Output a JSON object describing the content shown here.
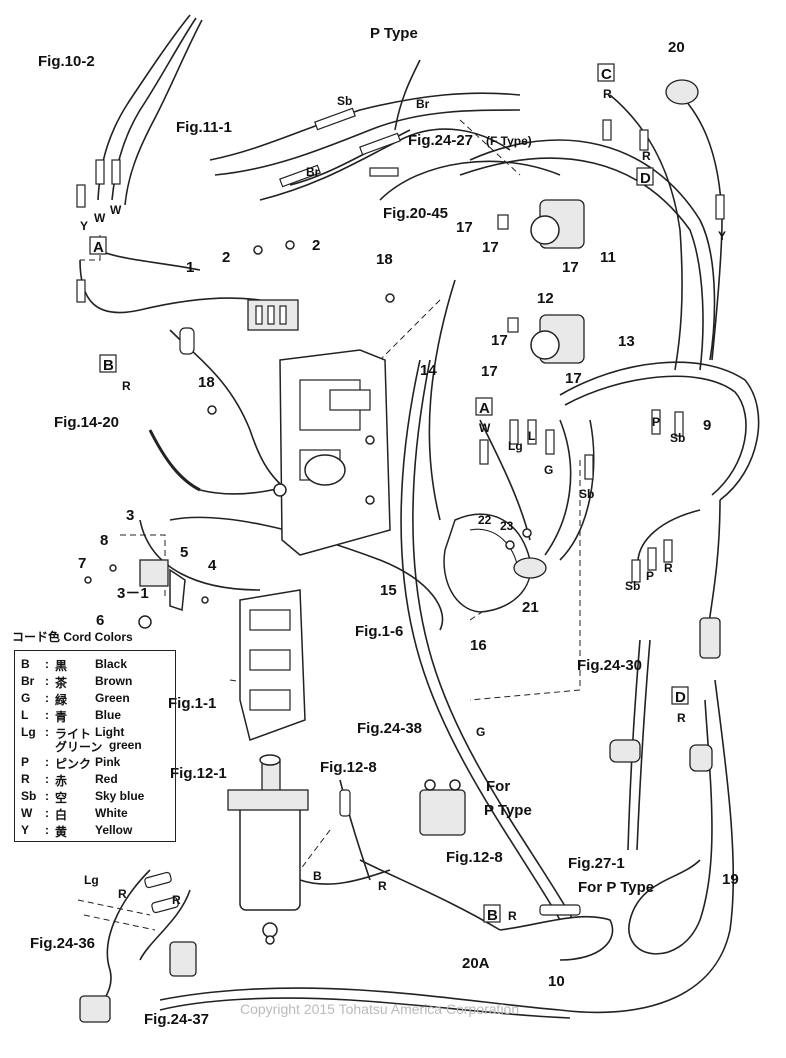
{
  "labels": {
    "fig_10_2": "Fig.10-2",
    "p_type_top": "P Type",
    "fig_11_1": "Fig.11-1",
    "fig_24_27": "Fig.24-27",
    "f_type": "(F Type)",
    "fig_20_45": "Fig.20-45",
    "fig_14_20": "Fig.14-20",
    "fig_1_6": "Fig.1-6",
    "fig_1_1": "Fig.1-1",
    "fig_24_38": "Fig.24-38",
    "fig_24_30": "Fig.24-30",
    "fig_12_1": "Fig.12-1",
    "fig_12_8_a": "Fig.12-8",
    "fig_12_8_b": "Fig.12-8",
    "fig_27_1": "Fig.27-1",
    "for_p_type_1": "For",
    "for_p_type_2": "P Type",
    "for_p_type_3": "For P Type",
    "fig_24_36": "Fig.24-36",
    "fig_24_37": "Fig.24-37"
  },
  "connectors": {
    "A1": "A",
    "A2": "A",
    "B1": "B",
    "B2": "B",
    "C": "C",
    "D1": "D",
    "D2": "D"
  },
  "wire_codes": {
    "y1": "Y",
    "w1": "W",
    "w2": "W",
    "r_b": "R",
    "sb_top": "Sb",
    "br_top": "Br",
    "br_mid": "Br",
    "r_c": "R",
    "r_d": "R",
    "y_20": "Y",
    "w_a": "W",
    "lg_a": "Lg",
    "l_a": "L",
    "g_a": "G",
    "sb_a": "Sb",
    "p_9": "P",
    "sb_9": "Sb",
    "sb_30": "Sb",
    "p_30": "P",
    "r_30": "R",
    "r_d2": "R",
    "g_38": "G",
    "lg_36": "Lg",
    "r_36a": "R",
    "r_36b": "R",
    "b_12": "B",
    "r_12": "R",
    "r_20a": "R"
  },
  "part_numbers": {
    "n1": "1",
    "n2a": "2",
    "n2b": "2",
    "n3": "3",
    "n3_1": "3－1",
    "n4": "4",
    "n5": "5",
    "n6": "6",
    "n7": "7",
    "n8": "8",
    "n9": "9",
    "n10": "10",
    "n11": "11",
    "n12": "12",
    "n13": "13",
    "n14": "14",
    "n15": "15",
    "n16": "16",
    "n17a": "17",
    "n17b": "17",
    "n17c": "17",
    "n17d": "17",
    "n17e": "17",
    "n17f": "17",
    "n18a": "18",
    "n18b": "18",
    "n19": "19",
    "n20": "20",
    "n20a": "20A",
    "n21": "21",
    "n22": "22",
    "n23": "23"
  },
  "legend": {
    "title": "コード色  Cord Colors",
    "rows": [
      {
        "code": "B",
        "jp": "黒",
        "en": "Black"
      },
      {
        "code": "Br",
        "jp": "茶",
        "en": "Brown"
      },
      {
        "code": "G",
        "jp": "緑",
        "en": "Green"
      },
      {
        "code": "L",
        "jp": "青",
        "en": "Blue"
      },
      {
        "code": "Lg",
        "jp": "ライト",
        "en": "Light"
      },
      {
        "code": "",
        "jp": "グリーン",
        "en": "green"
      },
      {
        "code": "P",
        "jp": "ピンク",
        "en": "Pink"
      },
      {
        "code": "R",
        "jp": "赤",
        "en": "Red"
      },
      {
        "code": "Sb",
        "jp": "空",
        "en": "Sky blue"
      },
      {
        "code": "W",
        "jp": "白",
        "en": "White"
      },
      {
        "code": "Y",
        "jp": "黄",
        "en": "Yellow"
      }
    ]
  },
  "watermark": "Copyright 2015 Tohatsu America Corporation"
}
